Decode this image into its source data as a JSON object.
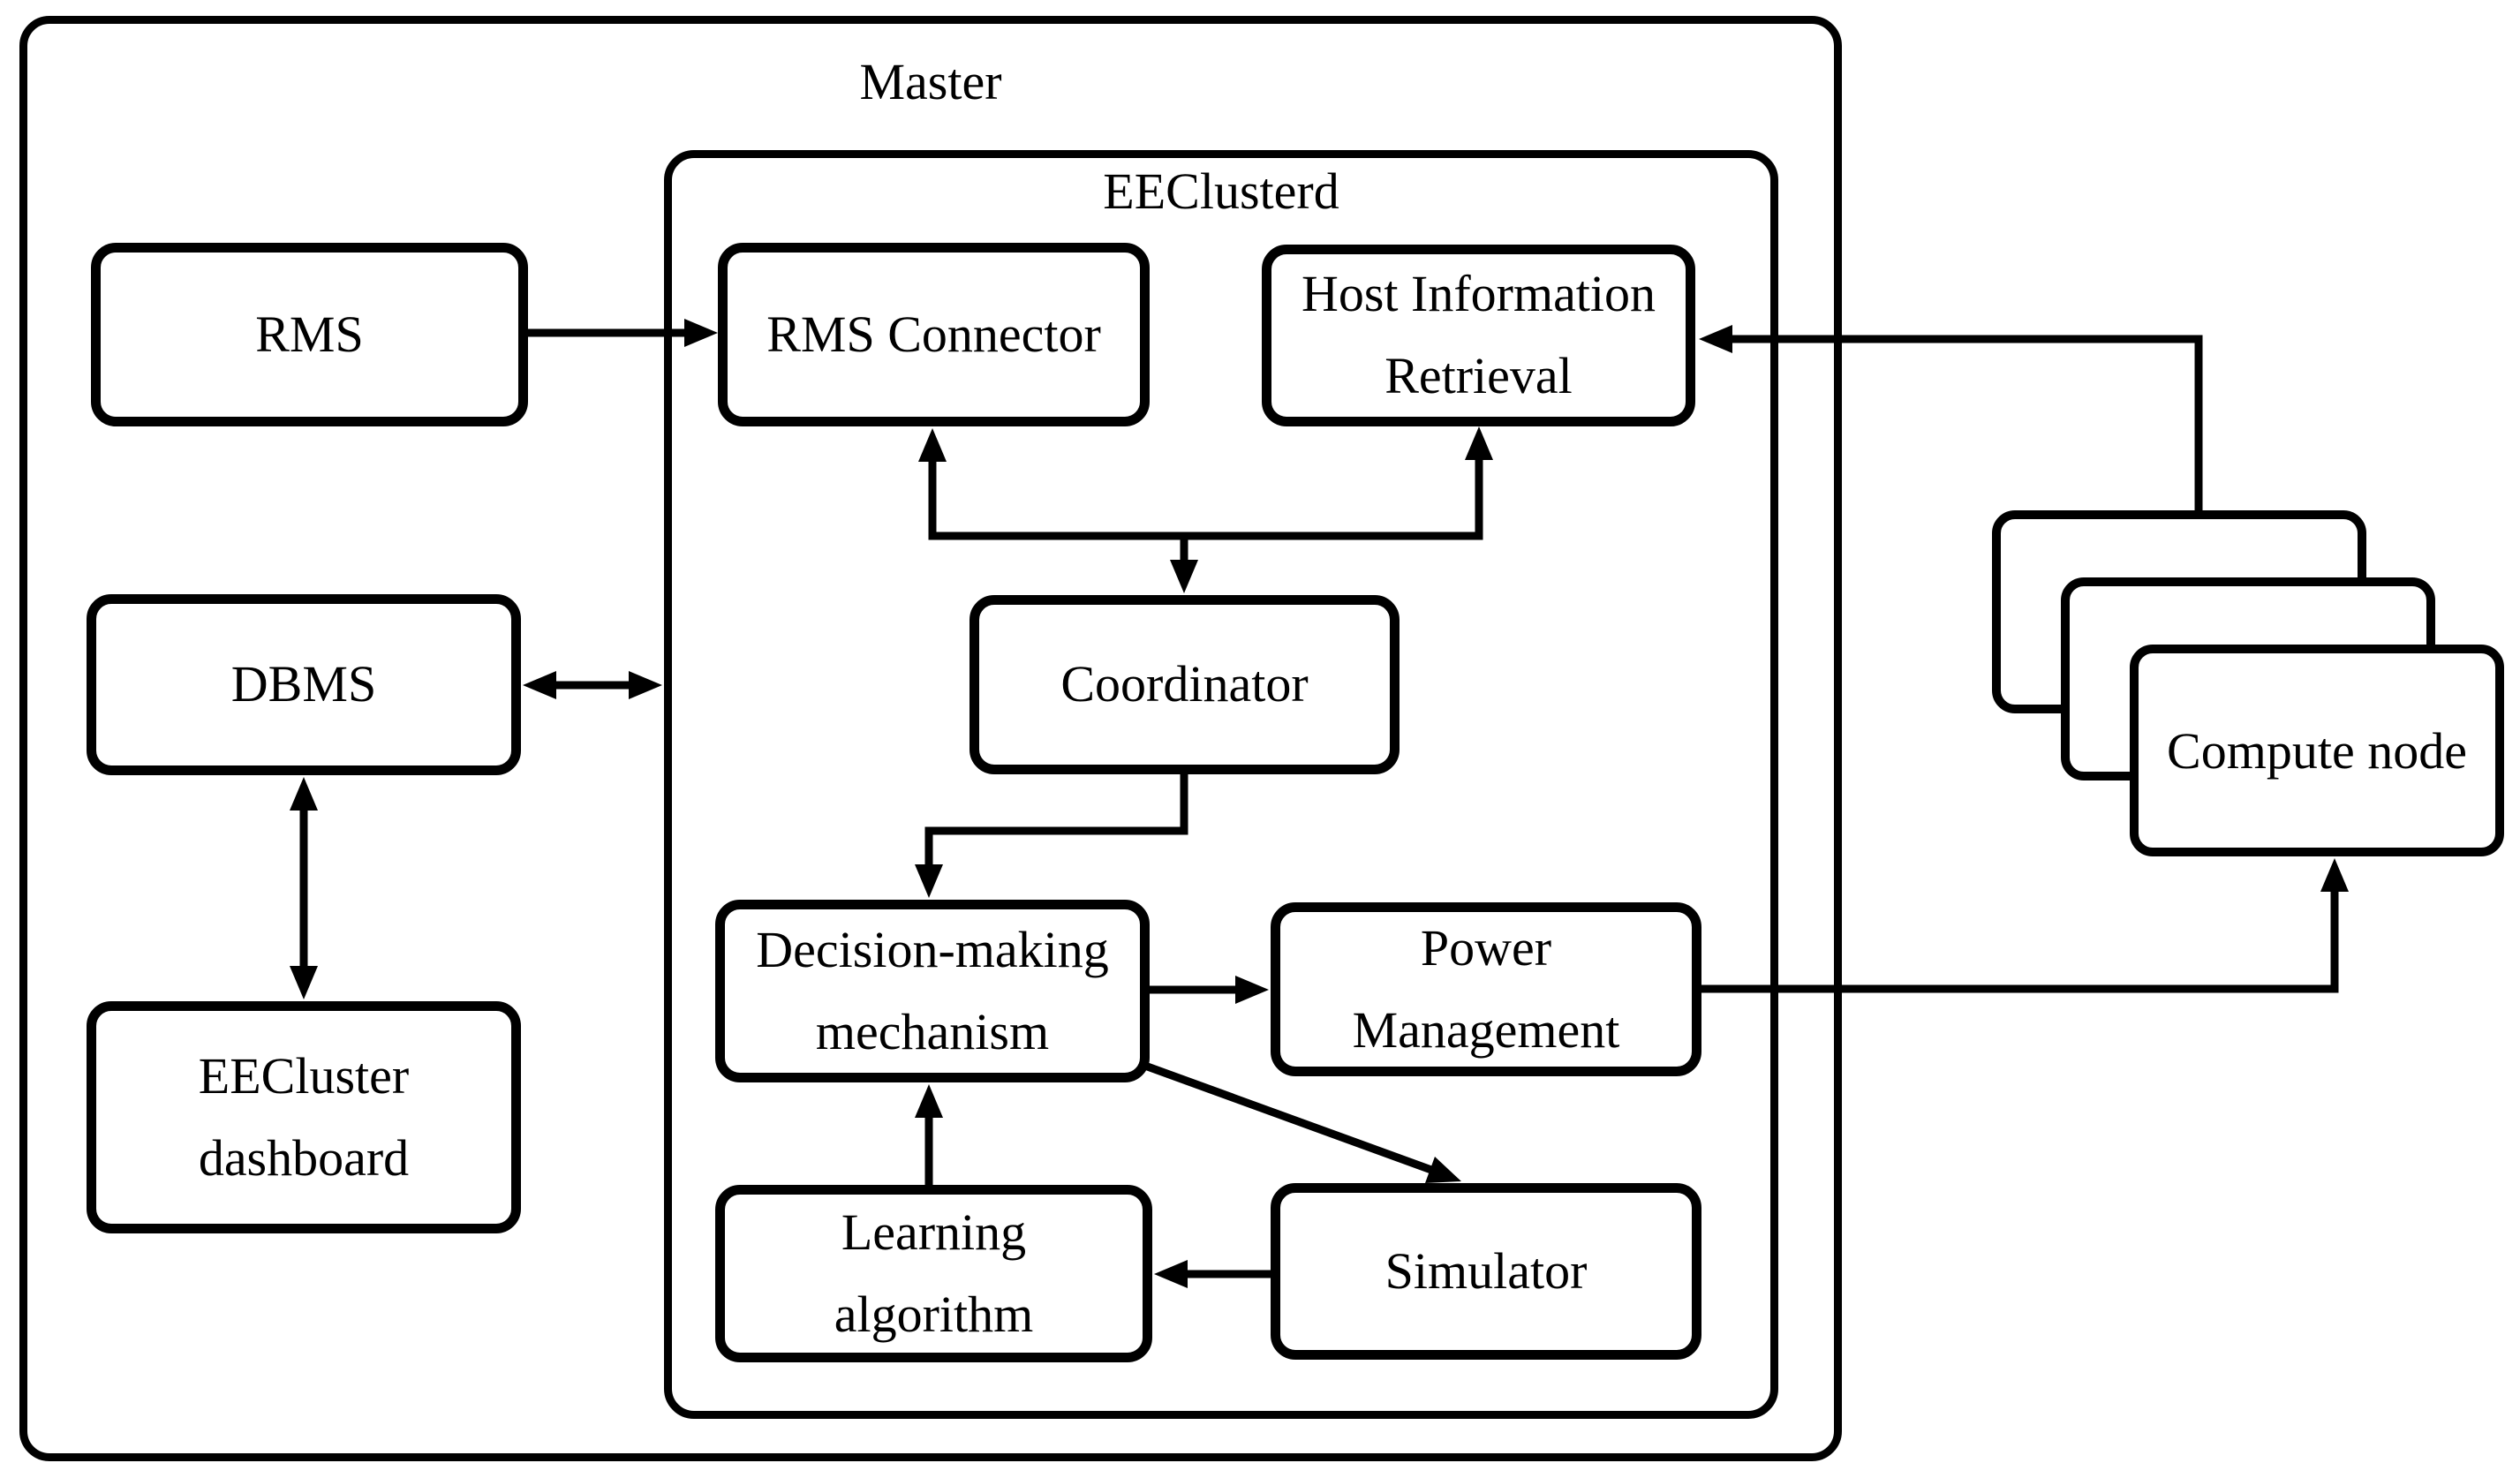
{
  "title": "Master",
  "subsystem_title": "EEClusterd",
  "nodes": {
    "rms": {
      "label": "RMS"
    },
    "rms_connector": {
      "label": "RMS Connector"
    },
    "hir": {
      "label": "Host Information\nRetrieval"
    },
    "coordinator": {
      "label": "Coordinator"
    },
    "dbms": {
      "label": "DBMS"
    },
    "dashboard": {
      "label": "EECluster\ndashboard"
    },
    "decision": {
      "label": "Decision-making\nmechanism"
    },
    "power": {
      "label": "Power\nManagement"
    },
    "learning": {
      "label": "Learning\nalgorithm"
    },
    "simulator": {
      "label": "Simulator"
    },
    "compute_node": {
      "label": "Compute node"
    }
  },
  "edges": [
    {
      "from": "RMS",
      "to": "RMS Connector",
      "type": "arrow"
    },
    {
      "from": "DBMS",
      "to": "EEClusterd",
      "type": "double-arrow"
    },
    {
      "from": "DBMS",
      "to": "EECluster dashboard",
      "type": "double-arrow"
    },
    {
      "from": "junction",
      "to": "RMS Connector",
      "type": "arrow"
    },
    {
      "from": "junction",
      "to": "Host Information Retrieval",
      "type": "arrow"
    },
    {
      "from": "junction",
      "to": "Coordinator",
      "type": "arrow"
    },
    {
      "from": "Coordinator",
      "to": "Decision-making mechanism",
      "type": "arrow"
    },
    {
      "from": "Decision-making mechanism",
      "to": "Power Management",
      "type": "arrow"
    },
    {
      "from": "Decision-making mechanism",
      "to": "Simulator",
      "type": "arrow"
    },
    {
      "from": "Simulator",
      "to": "Learning algorithm",
      "type": "arrow"
    },
    {
      "from": "Learning algorithm",
      "to": "Decision-making mechanism",
      "type": "arrow"
    },
    {
      "from": "Power Management",
      "to": "Compute node",
      "type": "arrow"
    },
    {
      "from": "Compute node",
      "to": "Host Information Retrieval",
      "type": "arrow"
    }
  ],
  "colors": {
    "line": "#000000",
    "background": "#ffffff"
  }
}
